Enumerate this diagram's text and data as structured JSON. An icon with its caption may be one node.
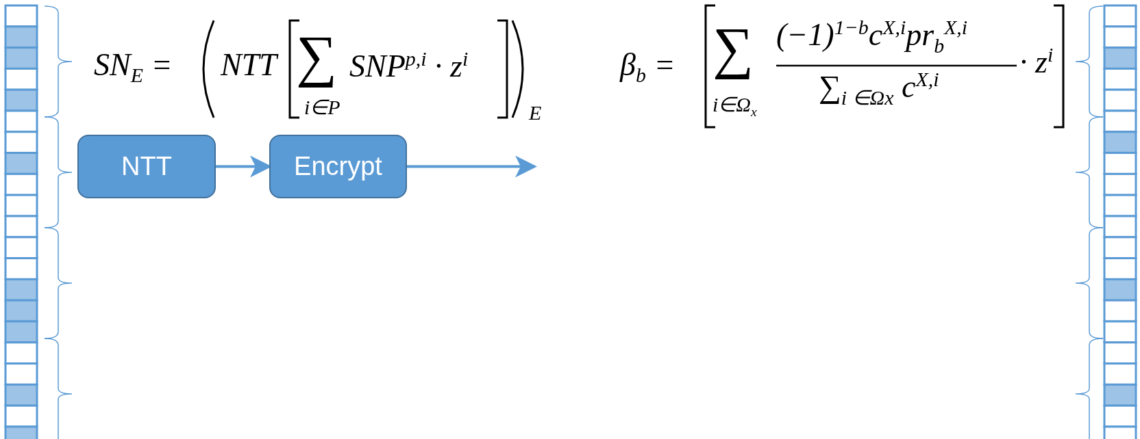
{
  "diagram": {
    "nodes": [
      {
        "text": [
          "NTT"
        ]
      },
      {
        "text": [
          "Encrypt"
        ]
      }
    ],
    "edges": [
      {
        "from": 0,
        "to": 1,
        "arrow": "to"
      },
      {
        "from": 1,
        "to": null,
        "arrow": "to"
      }
    ],
    "labels": [
      "SN$_{E}$ =",
      "NTT",
      "∑",
      "i∈P",
      "SNP$^{p,i}$ · z$^{i}$",
      "E",
      "β$_{b}$ =",
      "∑",
      "i∈Ω$_{x}$",
      "(−1)$^{1−b}$c$^{X,i}$pr$_{b}$$^{X,i}$",
      "∑$_{i ∈Ω}$$_{x}$ c$^{X,i}$",
      "· z$^{i}$"
    ]
  }
}
